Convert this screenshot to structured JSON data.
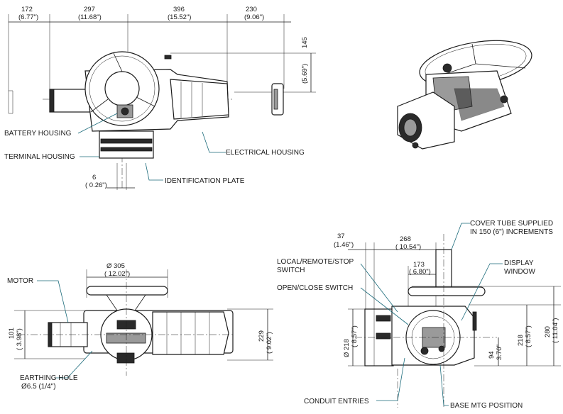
{
  "top_view": {
    "dim_172_mm": "172",
    "dim_172_in": "(6.77\")",
    "dim_297_mm": "297",
    "dim_297_in": "(11.68\")",
    "dim_396_mm": "396",
    "dim_396_in": "(15.52\")",
    "dim_230_mm": "230",
    "dim_230_in": "(9.06\")",
    "dim_145_mm": "145",
    "dim_145_in": "(5.69\")",
    "dim_6_mm": "6",
    "dim_6_in": "( 0.26\")",
    "label_battery": "BATTERY HOUSING",
    "label_terminal": "TERMINAL HOUSING",
    "label_electrical": "ELECTRICAL HOUSING",
    "label_identification": "IDENTIFICATION PLATE"
  },
  "front_view": {
    "dim_305_mm": "Ø 305",
    "dim_305_in": "( 12.02\")",
    "dim_101_mm": "101",
    "dim_101_in": "( 3.98\")",
    "dim_229_mm": "229",
    "dim_229_in": "( 9.02\")",
    "label_motor": "MOTOR",
    "label_earthing": "EARTHING HOLE",
    "label_earthing_size": "Ø6.5 (1/4\")"
  },
  "side_view": {
    "dim_37_mm": "37",
    "dim_37_in": "(1.46\")",
    "dim_268_mm": "268",
    "dim_268_in": "( 10.54\")",
    "dim_173_mm": "173",
    "dim_173_in": "( 6.80\")",
    "dim_218L_mm": "Ø 218",
    "dim_218L_in": "( 8.57\")",
    "dim_218R_mm": "218",
    "dim_218R_in": "( 8.57\")",
    "dim_280_mm": "280",
    "dim_280_in": "( 11.04\")",
    "dim_94_mm": "94",
    "dim_94_in": "3.70\"",
    "label_cover_tube_1": "COVER TUBE SUPPLIED",
    "label_cover_tube_2": "IN 150 (6\") INCREMENTS",
    "label_lrs_1": "LOCAL/REMOTE/STOP",
    "label_lrs_2": "SWITCH",
    "label_display_1": "DISPLAY",
    "label_display_2": "WINDOW",
    "label_openclose": "OPEN/CLOSE SWITCH",
    "label_conduit": "CONDUIT ENTRIES",
    "label_base": "BASE MTG POSITION"
  }
}
